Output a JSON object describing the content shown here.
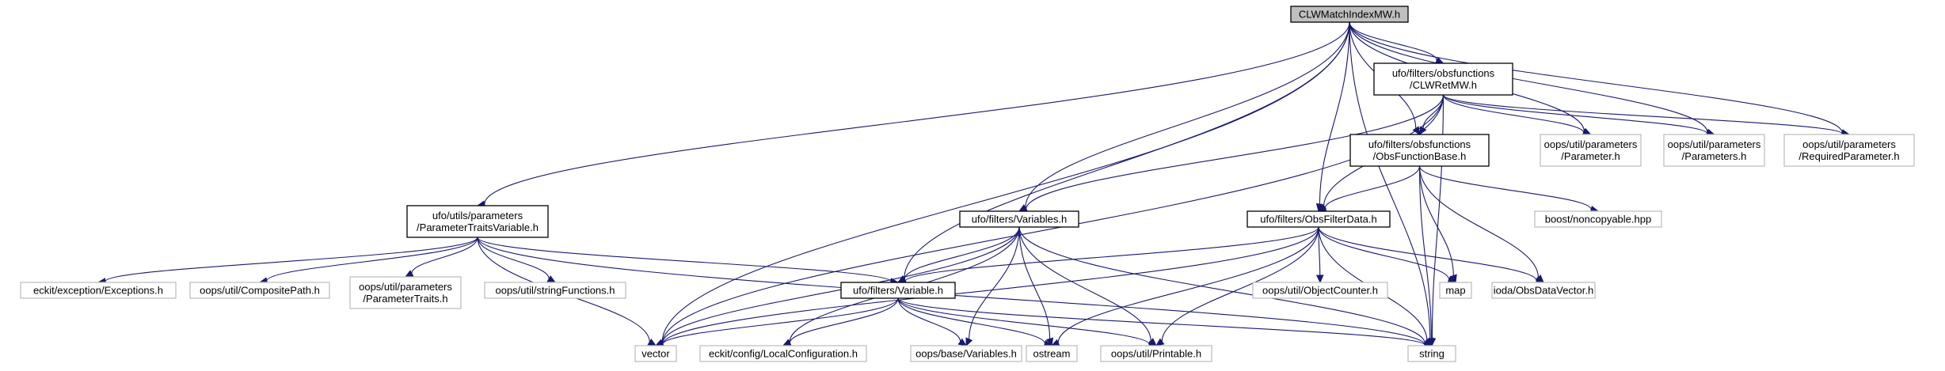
{
  "graph": {
    "nodes": {
      "root": {
        "lines": [
          "CLWMatchIndexMW.h"
        ],
        "kind": "root"
      },
      "clwretmw": {
        "lines": [
          "ufo/filters/obsfunctions",
          "/CLWRetMW.h"
        ],
        "kind": "internal"
      },
      "ptv": {
        "lines": [
          "ufo/utils/parameters",
          "/ParameterTraitsVariable.h"
        ],
        "kind": "internal"
      },
      "obsfuncbase": {
        "lines": [
          "ufo/filters/obsfunctions",
          "/ObsFunctionBase.h"
        ],
        "kind": "internal"
      },
      "variables": {
        "lines": [
          "ufo/filters/Variables.h"
        ],
        "kind": "internal"
      },
      "obsfilterdata": {
        "lines": [
          "ufo/filters/ObsFilterData.h"
        ],
        "kind": "internal"
      },
      "variable": {
        "lines": [
          "ufo/filters/Variable.h"
        ],
        "kind": "internal"
      },
      "parameter": {
        "lines": [
          "oops/util/parameters",
          "/Parameter.h"
        ],
        "kind": "external"
      },
      "parameters": {
        "lines": [
          "oops/util/parameters",
          "/Parameters.h"
        ],
        "kind": "external"
      },
      "reqparam": {
        "lines": [
          "oops/util/parameters",
          "/RequiredParameter.h"
        ],
        "kind": "external"
      },
      "noncopyable": {
        "lines": [
          "boost/noncopyable.hpp"
        ],
        "kind": "external"
      },
      "exceptions": {
        "lines": [
          "eckit/exception/Exceptions.h"
        ],
        "kind": "external"
      },
      "compositepath": {
        "lines": [
          "oops/util/CompositePath.h"
        ],
        "kind": "external"
      },
      "paramtraits": {
        "lines": [
          "oops/util/parameters",
          "/ParameterTraits.h"
        ],
        "kind": "external"
      },
      "stringfunctions": {
        "lines": [
          "oops/util/stringFunctions.h"
        ],
        "kind": "external"
      },
      "objectcounter": {
        "lines": [
          "oops/util/ObjectCounter.h"
        ],
        "kind": "external"
      },
      "map": {
        "lines": [
          "map"
        ],
        "kind": "external"
      },
      "obsdatavector": {
        "lines": [
          "ioda/ObsDataVector.h"
        ],
        "kind": "external"
      },
      "vector": {
        "lines": [
          "vector"
        ],
        "kind": "external"
      },
      "localconfig": {
        "lines": [
          "eckit/config/LocalConfiguration.h"
        ],
        "kind": "external"
      },
      "basevariables": {
        "lines": [
          "oops/base/Variables.h"
        ],
        "kind": "external"
      },
      "ostream": {
        "lines": [
          "ostream"
        ],
        "kind": "external"
      },
      "printable": {
        "lines": [
          "oops/util/Printable.h"
        ],
        "kind": "external"
      },
      "string": {
        "lines": [
          "string"
        ],
        "kind": "external"
      }
    },
    "edges": [
      [
        "root",
        "clwretmw"
      ],
      [
        "root",
        "ptv"
      ],
      [
        "root",
        "obsfuncbase"
      ],
      [
        "root",
        "variables"
      ],
      [
        "root",
        "obsfilterdata"
      ],
      [
        "root",
        "variable"
      ],
      [
        "root",
        "parameter"
      ],
      [
        "root",
        "parameters"
      ],
      [
        "root",
        "reqparam"
      ],
      [
        "root",
        "vector"
      ],
      [
        "root",
        "string"
      ],
      [
        "clwretmw",
        "obsfuncbase"
      ],
      [
        "clwretmw",
        "variables"
      ],
      [
        "clwretmw",
        "obsfilterdata"
      ],
      [
        "clwretmw",
        "parameter"
      ],
      [
        "clwretmw",
        "parameters"
      ],
      [
        "clwretmw",
        "reqparam"
      ],
      [
        "clwretmw",
        "vector"
      ],
      [
        "clwretmw",
        "string"
      ],
      [
        "obsfuncbase",
        "obsfilterdata"
      ],
      [
        "obsfuncbase",
        "noncopyable"
      ],
      [
        "obsfuncbase",
        "map"
      ],
      [
        "obsfuncbase",
        "obsdatavector"
      ],
      [
        "obsfuncbase",
        "string"
      ],
      [
        "ptv",
        "exceptions"
      ],
      [
        "ptv",
        "compositepath"
      ],
      [
        "ptv",
        "paramtraits"
      ],
      [
        "ptv",
        "stringfunctions"
      ],
      [
        "ptv",
        "variable"
      ],
      [
        "ptv",
        "vector"
      ],
      [
        "ptv",
        "string"
      ],
      [
        "variables",
        "variable"
      ],
      [
        "variables",
        "vector"
      ],
      [
        "variables",
        "localconfig"
      ],
      [
        "variables",
        "basevariables"
      ],
      [
        "variables",
        "ostream"
      ],
      [
        "variables",
        "printable"
      ],
      [
        "variables",
        "string"
      ],
      [
        "obsfilterdata",
        "variable"
      ],
      [
        "obsfilterdata",
        "vector"
      ],
      [
        "obsfilterdata",
        "objectcounter"
      ],
      [
        "obsfilterdata",
        "map"
      ],
      [
        "obsfilterdata",
        "obsdatavector"
      ],
      [
        "obsfilterdata",
        "ostream"
      ],
      [
        "obsfilterdata",
        "printable"
      ],
      [
        "obsfilterdata",
        "string"
      ],
      [
        "variable",
        "vector"
      ],
      [
        "variable",
        "localconfig"
      ],
      [
        "variable",
        "basevariables"
      ],
      [
        "variable",
        "ostream"
      ],
      [
        "variable",
        "printable"
      ],
      [
        "variable",
        "string"
      ]
    ]
  }
}
